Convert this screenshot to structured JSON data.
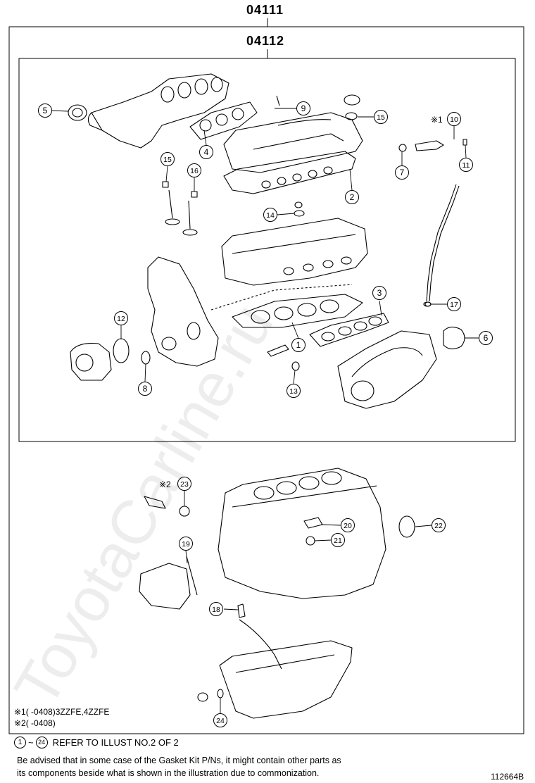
{
  "group_outer": "04111",
  "group_inner": "04112",
  "parts": [
    {
      "n": "1"
    },
    {
      "n": "2"
    },
    {
      "n": "3"
    },
    {
      "n": "4"
    },
    {
      "n": "5"
    },
    {
      "n": "6"
    },
    {
      "n": "7"
    },
    {
      "n": "8"
    },
    {
      "n": "9"
    },
    {
      "n": "10"
    },
    {
      "n": "11"
    },
    {
      "n": "12"
    },
    {
      "n": "13"
    },
    {
      "n": "14"
    },
    {
      "n": "15"
    },
    {
      "n": "15"
    },
    {
      "n": "16"
    },
    {
      "n": "17"
    },
    {
      "n": "18"
    },
    {
      "n": "19"
    },
    {
      "n": "20"
    },
    {
      "n": "21"
    },
    {
      "n": "22"
    },
    {
      "n": "23"
    },
    {
      "n": "24"
    }
  ],
  "markers": {
    "m17": "※1",
    "m23": "※2"
  },
  "footnotes": {
    "note1": "※1(        -0408)3ZZFE,4ZZFE",
    "note2": "※2(        -0408)",
    "refer": "REFER TO ILLUST NO.2 OF 2",
    "refer_from": "1",
    "refer_to": "24",
    "advice_line1": "Be advised that in some case of the Gasket Kit P/Ns,  it might contain other parts as",
    "advice_line2": "its components beside what is shown in the illustration due to commonization.",
    "figure_id": "112664B"
  },
  "watermark": "ToyotaCarline.ru"
}
